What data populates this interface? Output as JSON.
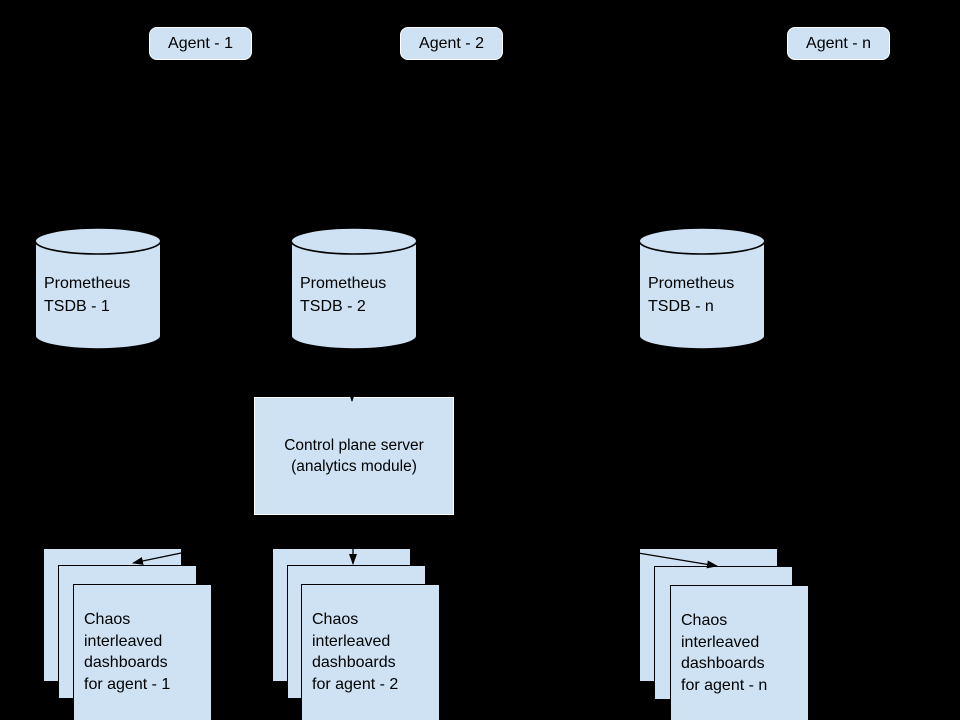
{
  "colors": {
    "background": "#000000",
    "node_fill": "#cfe2f3",
    "connector": "#000000",
    "light_border": "#ffffff"
  },
  "agents": [
    {
      "label": "Agent - 1"
    },
    {
      "label": "Agent - 2"
    },
    {
      "label": "Agent - n"
    }
  ],
  "databases": [
    {
      "line1": "Prometheus",
      "line2": "TSDB - 1"
    },
    {
      "line1": "Prometheus",
      "line2": "TSDB - 2"
    },
    {
      "line1": "Prometheus",
      "line2": "TSDB - n"
    }
  ],
  "control_plane": {
    "line1": "Control plane server",
    "line2": "(analytics module)"
  },
  "dashboard_stacks": [
    {
      "line1": "Chaos",
      "line2": "interleaved",
      "line3": "dashboards",
      "line4": "for agent - 1"
    },
    {
      "line1": "Chaos",
      "line2": "interleaved",
      "line3": "dashboards",
      "line4": "for agent - 2"
    },
    {
      "line1": "Chaos",
      "line2": "interleaved",
      "line3": "dashboards",
      "line4": "for agent - n"
    }
  ]
}
